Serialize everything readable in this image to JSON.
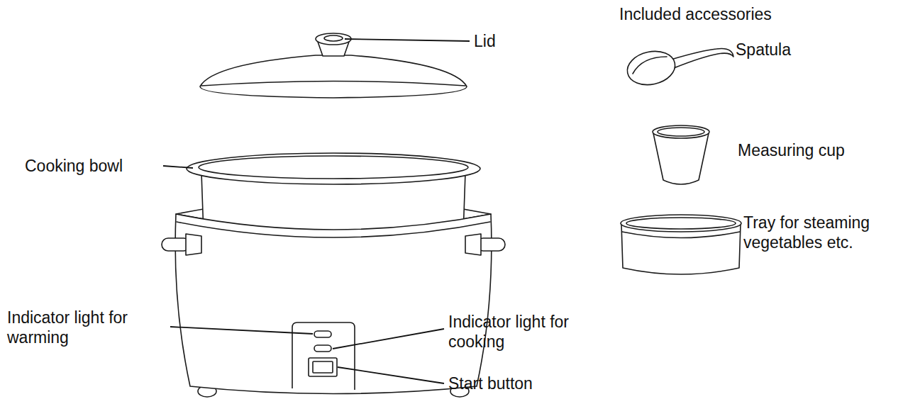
{
  "diagram": {
    "labels": [
      "Lid",
      "Cooking bowl",
      "Indicator light for warming",
      "Indicator light for cooking",
      "Start button",
      "Included accessories",
      "Spatula",
      "Measuring cup",
      "Tray for steaming vegetables etc."
    ]
  }
}
